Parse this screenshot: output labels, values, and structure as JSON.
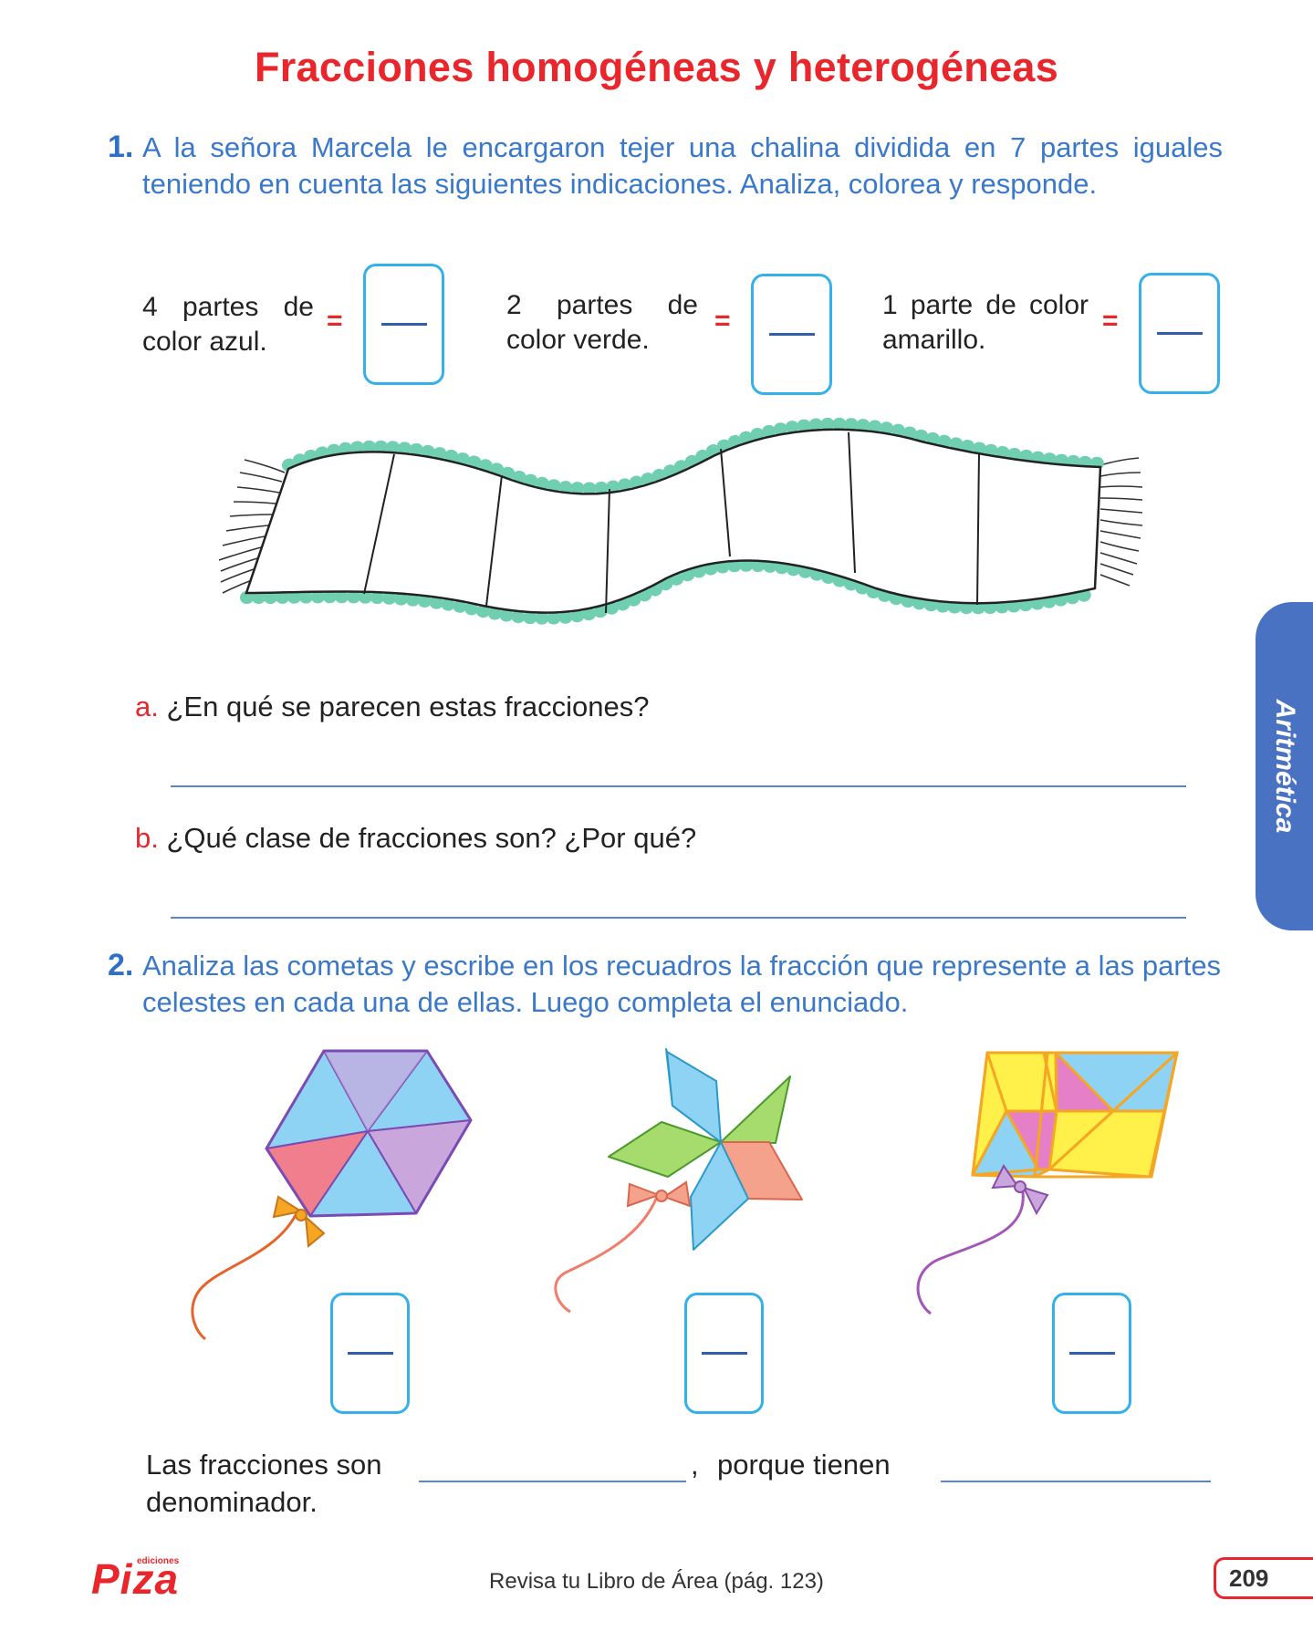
{
  "title": "Fracciones homogéneas y heterogéneas",
  "q1": {
    "number": "1.",
    "text": "A la señora Marcela le encargaron tejer una chalina dividida en 7 partes iguales teniendo en cuenta las siguientes indicaciones. Analiza, colorea y responde.",
    "conditions": [
      {
        "text": "4 partes de color azul.",
        "eq": "="
      },
      {
        "text": "2 partes de color verde.",
        "eq": "="
      },
      {
        "text": "1 parte de color amarillo.",
        "eq": "="
      }
    ],
    "a_letter": "a.",
    "a_text": "¿En qué se parecen estas fracciones?",
    "b_letter": "b.",
    "b_text": "¿Qué clase de fracciones son? ¿Por qué?"
  },
  "q2": {
    "number": "2.",
    "text": "Analiza las cometas y escribe en los recuadros la fracción que represente a las partes celestes en cada una de ellas. Luego completa el enunciado.",
    "statement_part1": "Las fracciones son",
    "statement_sep": ",",
    "statement_part2": "porque tienen",
    "statement_part3": "denominador."
  },
  "side_tab": "Aritmética",
  "footer": {
    "logo": "Piza",
    "logo_small": "ediciones",
    "reference": "Revisa tu Libro de Área (pág. 123)",
    "page_number": "209"
  },
  "colors": {
    "title_red": "#e8262c",
    "question_blue": "#3a78c9",
    "box_border": "#35b1ea",
    "tab_blue": "#4a72c2",
    "kite_celeste": "#8fd3f4",
    "kite_lilac": "#c9a6dc",
    "kite_pink": "#f07e8c",
    "kite_green": "#a6dc6e",
    "kite_salmon": "#f4a28c",
    "kite_yellow": "#fff04a",
    "kite_magenta": "#e57fc7"
  }
}
